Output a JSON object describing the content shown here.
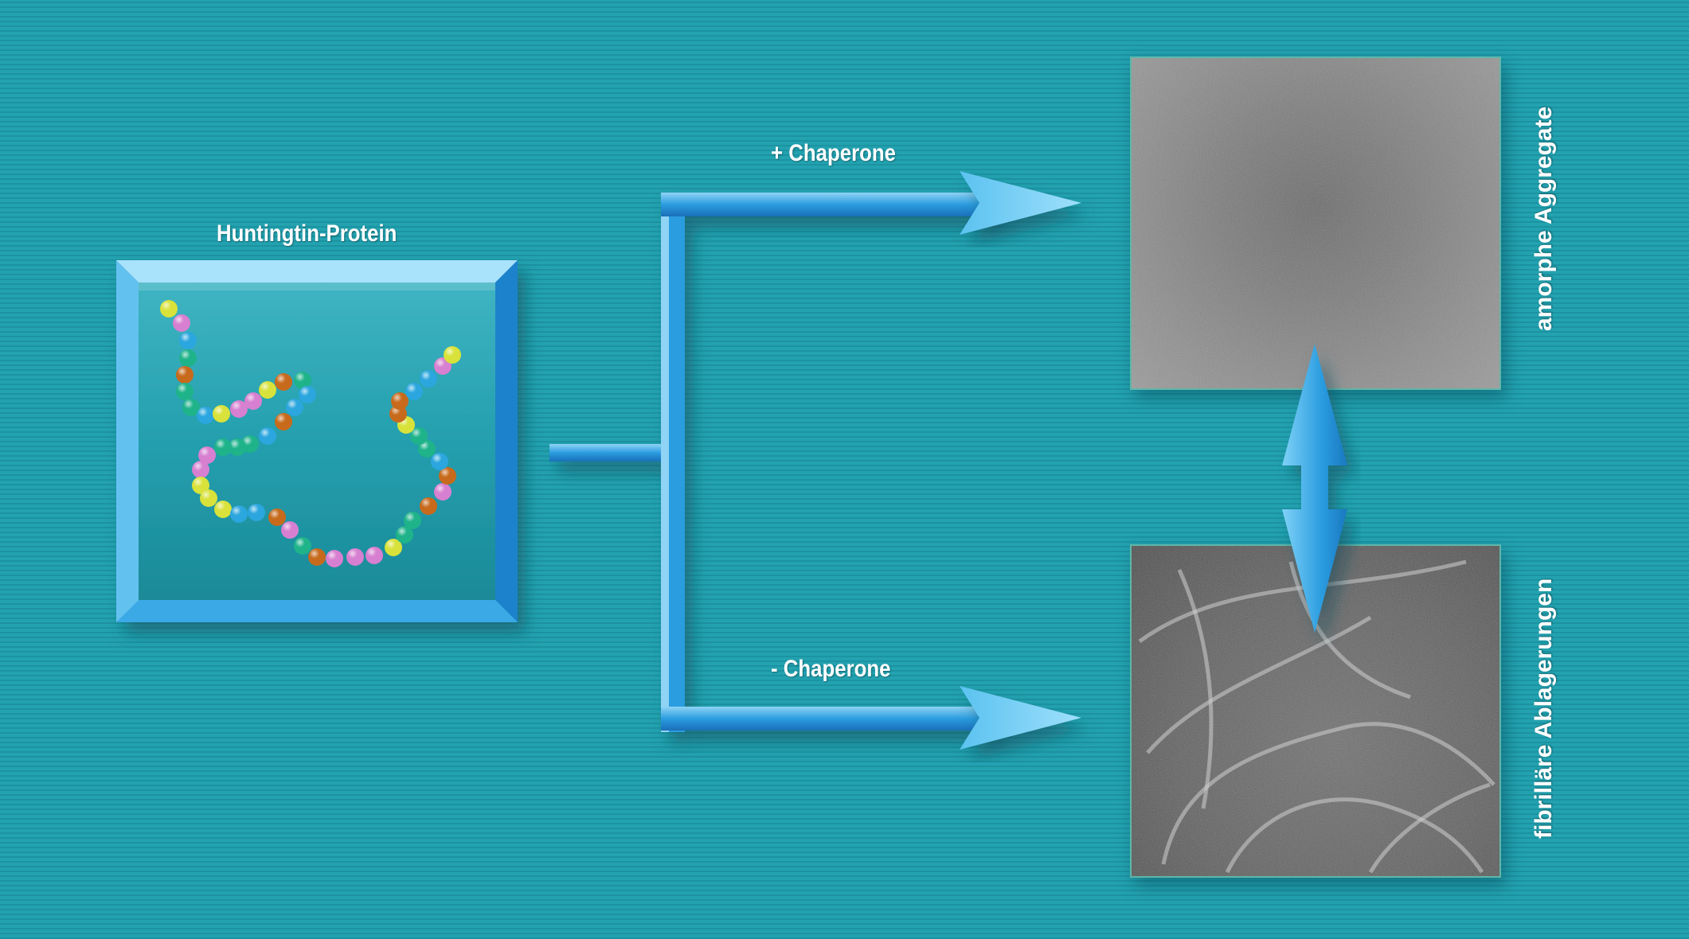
{
  "diagram": {
    "protein_label": "Huntingtin-Protein",
    "branch_plus_label": "+ Chaperone",
    "branch_minus_label": "- Chaperone",
    "result_top_label": "amorphe Aggregate",
    "result_bottom_label": "fibrilläre Ablagerungen"
  },
  "colors": {
    "background": "#1f9aa8",
    "frame_blue": "#2a9de0",
    "bead_palette": [
      "#d8e23a",
      "#d77fd0",
      "#2ba6de",
      "#1fb38a",
      "#c76a1c"
    ]
  }
}
